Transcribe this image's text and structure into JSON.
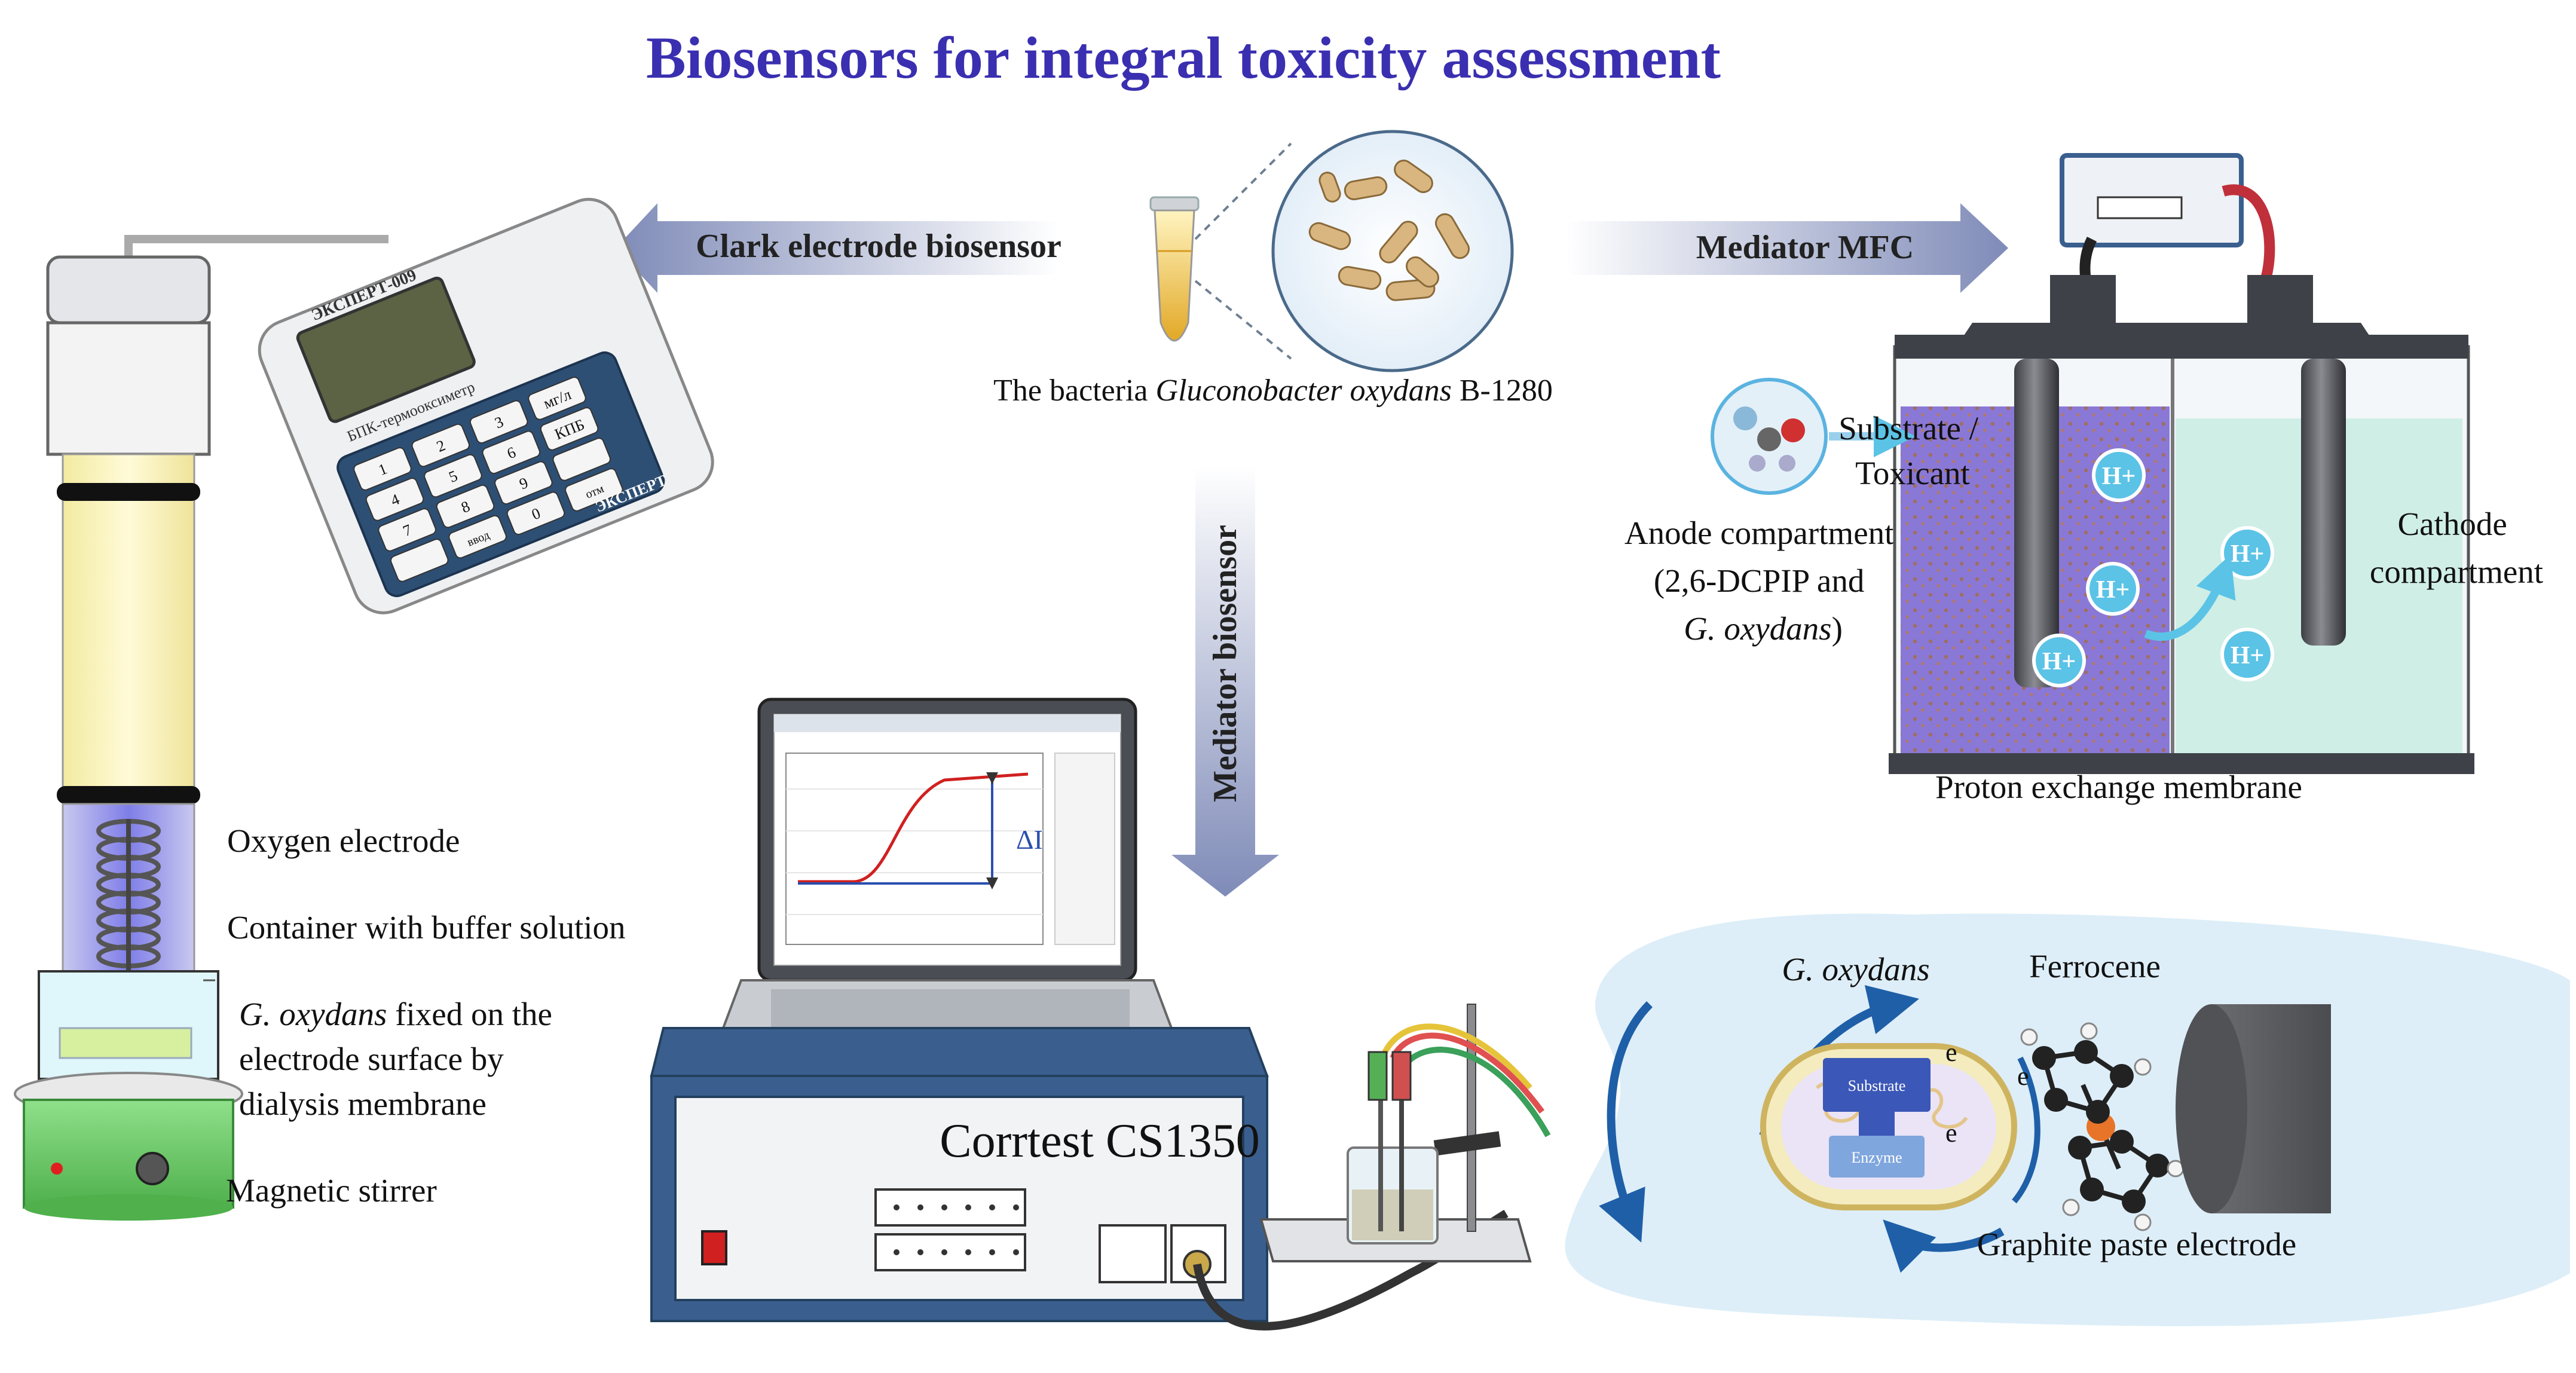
{
  "title": "Biosensors for integral toxicity assessment",
  "arrows": {
    "clark": "Clark electrode biosensor",
    "mfc": "Mediator MFC",
    "mediator": "Mediator biosensor"
  },
  "bacteria": {
    "prefix": "The bacteria ",
    "species": "Gluconobacter oxydans",
    "strain": " B-1280"
  },
  "clark_panel": {
    "oxygen_electrode": "Oxygen electrode",
    "container": "Container with buffer solution",
    "fixed_line1_italic": "G. oxydans",
    "fixed_line1_rest": " fixed on the",
    "fixed_line2": "electrode surface by",
    "fixed_line3": "dialysis membrane",
    "stirrer": "Magnetic stirrer"
  },
  "meter": {
    "model": "ЭКСПЕРТ-009",
    "subtitle": "БПК-термооксиметр",
    "brand": "ЭКСПЕРТ",
    "keys": [
      "1",
      "2",
      "3",
      "мг/л",
      "4",
      "5",
      "6",
      "КПБ",
      "7",
      "8",
      "9",
      "",
      "",
      "0",
      "",
      ""
    ],
    "key_labels_small": [
      "ввод",
      "отм"
    ]
  },
  "mfc_panel": {
    "substrate": "Substrate /",
    "toxicant": "Toxicant",
    "anode_line1": "Anode compartment",
    "anode_line2": "(2,6-DCPIP and",
    "anode_line3_italic": "G. oxydans",
    "anode_line3_rest": ")",
    "cathode_line1": "Cathode",
    "cathode_line2": "compartment",
    "membrane": "Proton exchange membrane",
    "proton": "H+"
  },
  "potentiostat": {
    "name": "Corrtest CS1350"
  },
  "laptop": {
    "delta_label": "ΔI"
  },
  "electrode_panel": {
    "organism": "G. oxydans",
    "mediator": "Ferrocene",
    "electrode": "Graphite paste electrode",
    "substrate": "Substrate",
    "enzyme": "Enzyme",
    "electron": "e"
  },
  "colors": {
    "title": "#3a2fb0",
    "arrow_fill": "#8e97bd",
    "anode_liquid": "#8a78d6",
    "cathode_liquid": "#cfeee6",
    "proton": "#5bc3e6",
    "device_blue": "#3a5f8f",
    "electrode_bg": "#ddeef8"
  }
}
